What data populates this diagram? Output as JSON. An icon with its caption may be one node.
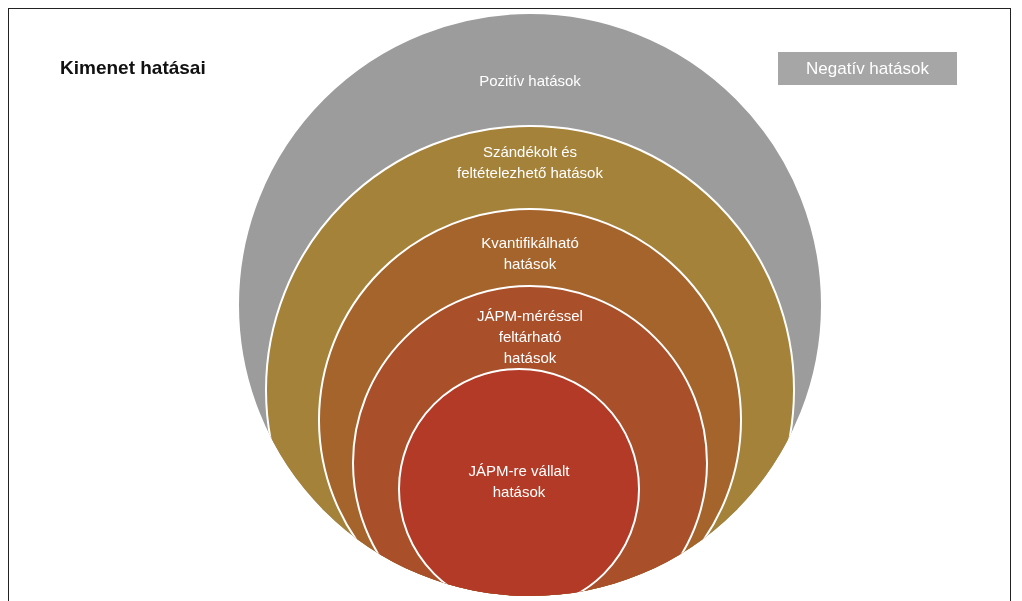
{
  "diagram": {
    "title": "Kimenet hatásai",
    "nodes": [
      {
        "text": [
          "Pozitív hatások"
        ]
      },
      {
        "text": [
          "Szándékolt és feltételezhető hatások"
        ],
        "in": 0
      },
      {
        "text": [
          "Kvantifikálható hatások"
        ],
        "in": 1
      },
      {
        "text": [
          "JÁPM-méréssel feltárható hatások"
        ],
        "in": 2
      },
      {
        "text": [
          "JÁPM-re vállalt hatások"
        ],
        "in": 3
      },
      {
        "text": [
          "Negatív hatások"
        ]
      }
    ]
  }
}
